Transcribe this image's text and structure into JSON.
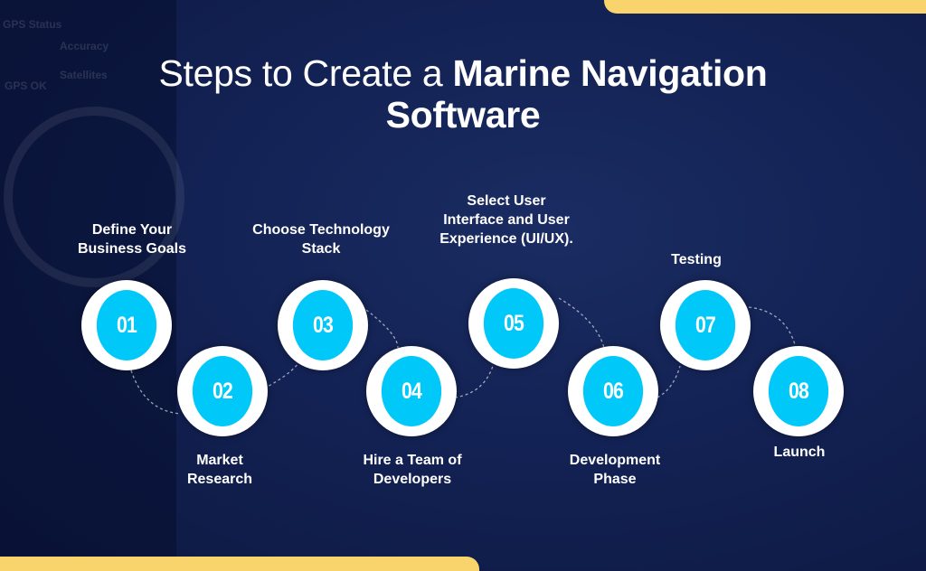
{
  "title": {
    "light": "Steps to Create a ",
    "bold1": "Marine Navigation",
    "bold2": "Software"
  },
  "background_labels": {
    "gps_status": "GPS Status",
    "accuracy": "Accuracy",
    "satellites": "Satellites",
    "gps_ok": "GPS OK"
  },
  "colors": {
    "background": "#132254",
    "circle": "#00c9fa",
    "accent_bar": "#f9d36b"
  },
  "steps": [
    {
      "number": "01",
      "label": "Define Your Business Goals"
    },
    {
      "number": "02",
      "label": "Market Research"
    },
    {
      "number": "03",
      "label": "Choose Technology Stack"
    },
    {
      "number": "04",
      "label": "Hire a Team of Developers"
    },
    {
      "number": "05",
      "label": "Select User Interface and User Experience (UI/UX)."
    },
    {
      "number": "06",
      "label": "Development Phase"
    },
    {
      "number": "07",
      "label": "Testing"
    },
    {
      "number": "08",
      "label": "Launch"
    }
  ]
}
